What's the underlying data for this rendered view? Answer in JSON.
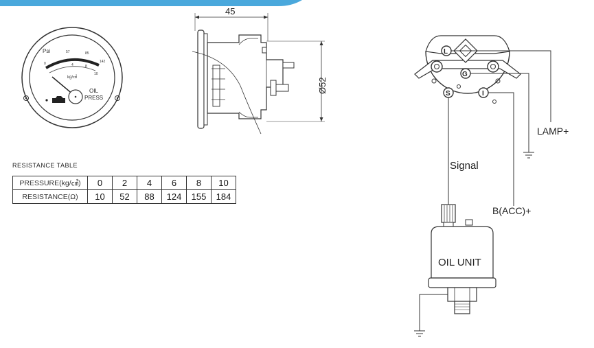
{
  "colors": {
    "accent_bar": "#4aa8dc",
    "line": "#333333",
    "background": "#ffffff"
  },
  "gauge": {
    "unit_psi": "Psi",
    "psi_ticks": [
      "57",
      "85",
      "142"
    ],
    "kg_ticks": [
      "0",
      "4",
      "8",
      "10"
    ],
    "unit_kg": "kg/㎠",
    "label_line1": "OIL",
    "label_line2": "PRESS",
    "icon": "oil-can-icon"
  },
  "side_view": {
    "width_dim": "45",
    "diameter_dim": "Ø52"
  },
  "resistance_table": {
    "title": "RESISTANCE  TABLE",
    "pressure_label": "PRESSURE(kg/㎠)",
    "resistance_label": "RESISTANCE(Ω)",
    "pressures": [
      "0",
      "2",
      "4",
      "6",
      "8",
      "10"
    ],
    "resistances": [
      "10",
      "52",
      "88",
      "124",
      "155",
      "184"
    ]
  },
  "wiring": {
    "terminals": {
      "lamp": "L",
      "ground": "G",
      "signal": "S",
      "ignition": "I"
    },
    "label_signal": "Signal",
    "label_lamp": "LAMP+",
    "label_bacc": "B(ACC)+",
    "oil_unit_label": "OIL UNIT"
  }
}
